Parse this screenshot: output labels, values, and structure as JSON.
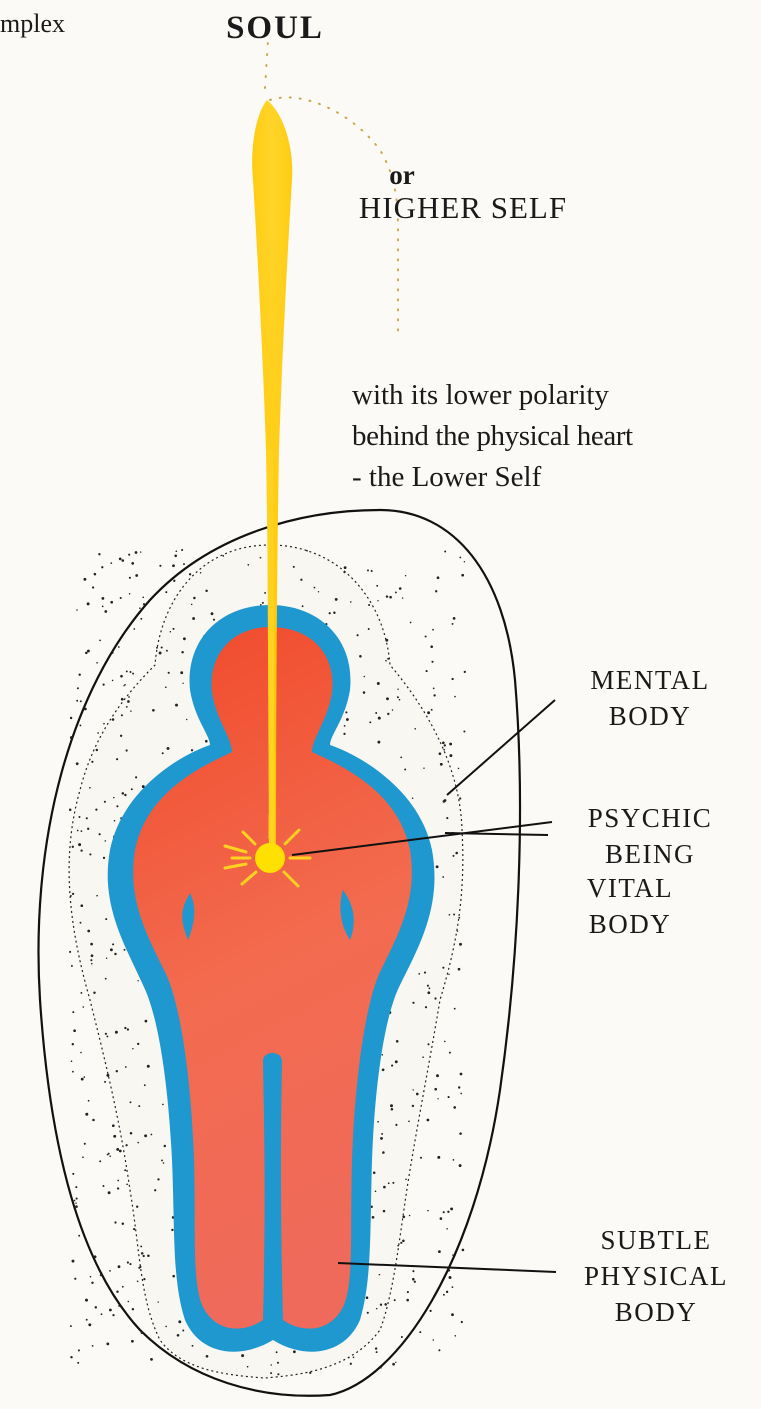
{
  "corner_text": "mplex",
  "soul": {
    "title": "SOUL",
    "or_text": "or",
    "alt_title": "HIGHER SELF"
  },
  "caption": {
    "line1": "with its lower polarity",
    "line2": "behind the physical heart",
    "line3": "- the Lower Self"
  },
  "labels": {
    "mental": {
      "line1": "MENTAL",
      "line2": "BODY"
    },
    "psychic": {
      "line1": "PSYCHIC",
      "line2": "BEING"
    },
    "vital": {
      "line1": "VITAL",
      "line2": "BODY"
    },
    "subtle": {
      "line1": "SUBTLE",
      "line2": "PHYSICAL",
      "line3": "BODY"
    }
  },
  "colors": {
    "soul_flame": "#ffd21f",
    "psychic_core": "#ffe000",
    "inner_body": "#f25a35",
    "subtle_outline": "#1f97cf",
    "vital_speckle": "#222222",
    "outline": "#111111"
  }
}
